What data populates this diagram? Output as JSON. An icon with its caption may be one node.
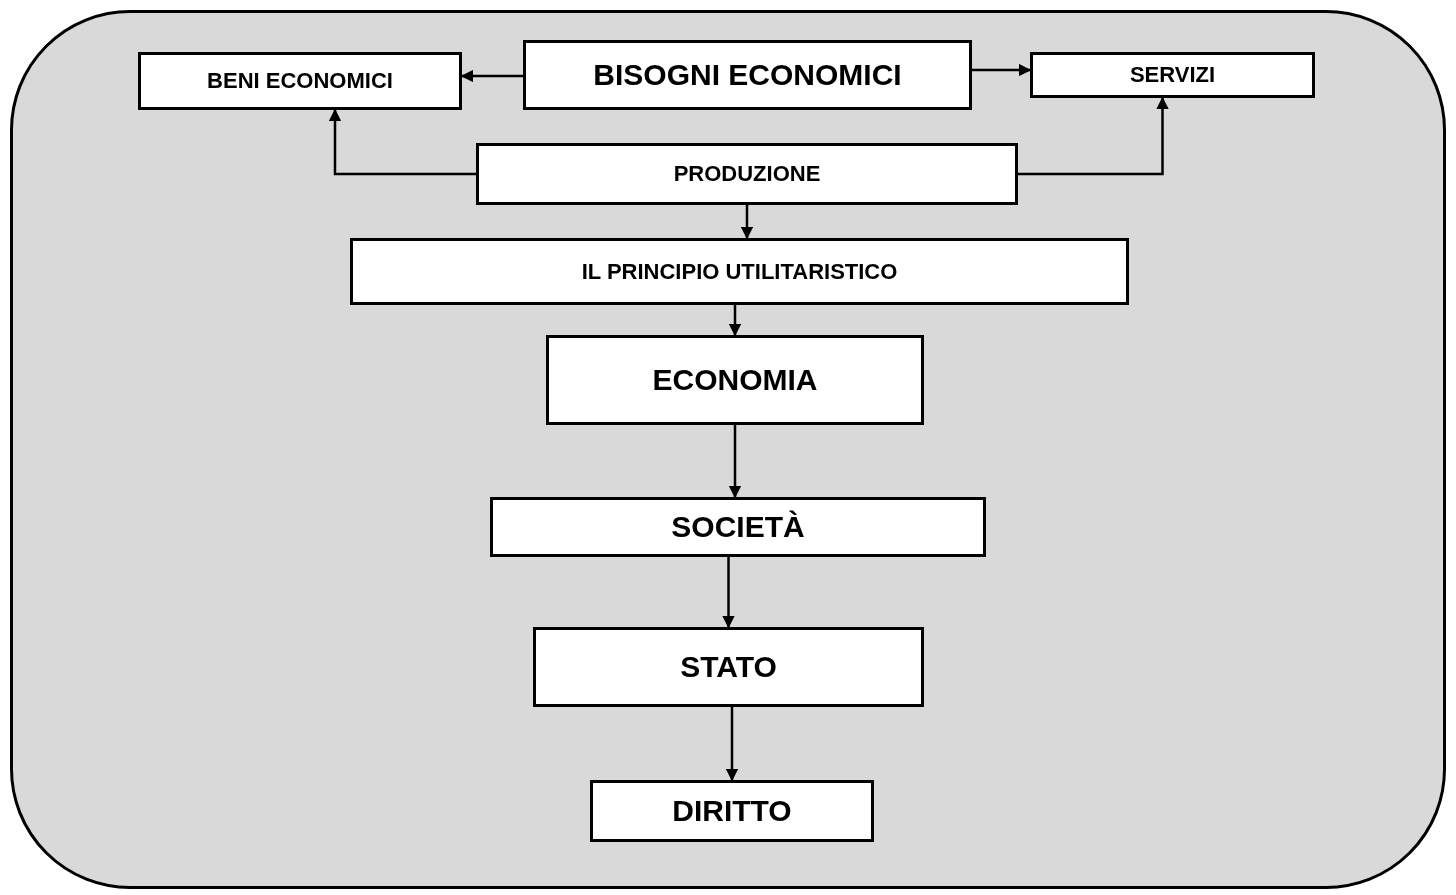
{
  "diagram": {
    "nodes": [
      {
        "text": [
          "BENI ECONOMICI"
        ]
      },
      {
        "text": [
          "BISOGNI ECONOMICI"
        ]
      },
      {
        "text": [
          "SERVIZI"
        ]
      },
      {
        "text": [
          "PRODUZIONE"
        ]
      },
      {
        "text": [
          "IL PRINCIPIO UTILITARISTICO"
        ]
      },
      {
        "text": [
          "ECONOMIA"
        ]
      },
      {
        "text": [
          "SOCIETÀ"
        ]
      },
      {
        "text": [
          "STATO"
        ]
      },
      {
        "text": [
          "DIRITTO"
        ]
      }
    ],
    "edges": [
      {
        "from": 1,
        "to": 0,
        "arrow": "to"
      },
      {
        "from": 1,
        "to": 2,
        "arrow": "to"
      },
      {
        "from": 3,
        "to": 0,
        "arrow": "to"
      },
      {
        "from": 3,
        "to": 2,
        "arrow": "to"
      },
      {
        "from": 3,
        "to": 4,
        "arrow": "to"
      },
      {
        "from": 4,
        "to": 5,
        "arrow": "to"
      },
      {
        "from": 5,
        "to": 6,
        "arrow": "to"
      },
      {
        "from": 6,
        "to": 7,
        "arrow": "to"
      },
      {
        "from": 7,
        "to": 8,
        "arrow": "to"
      }
    ]
  }
}
